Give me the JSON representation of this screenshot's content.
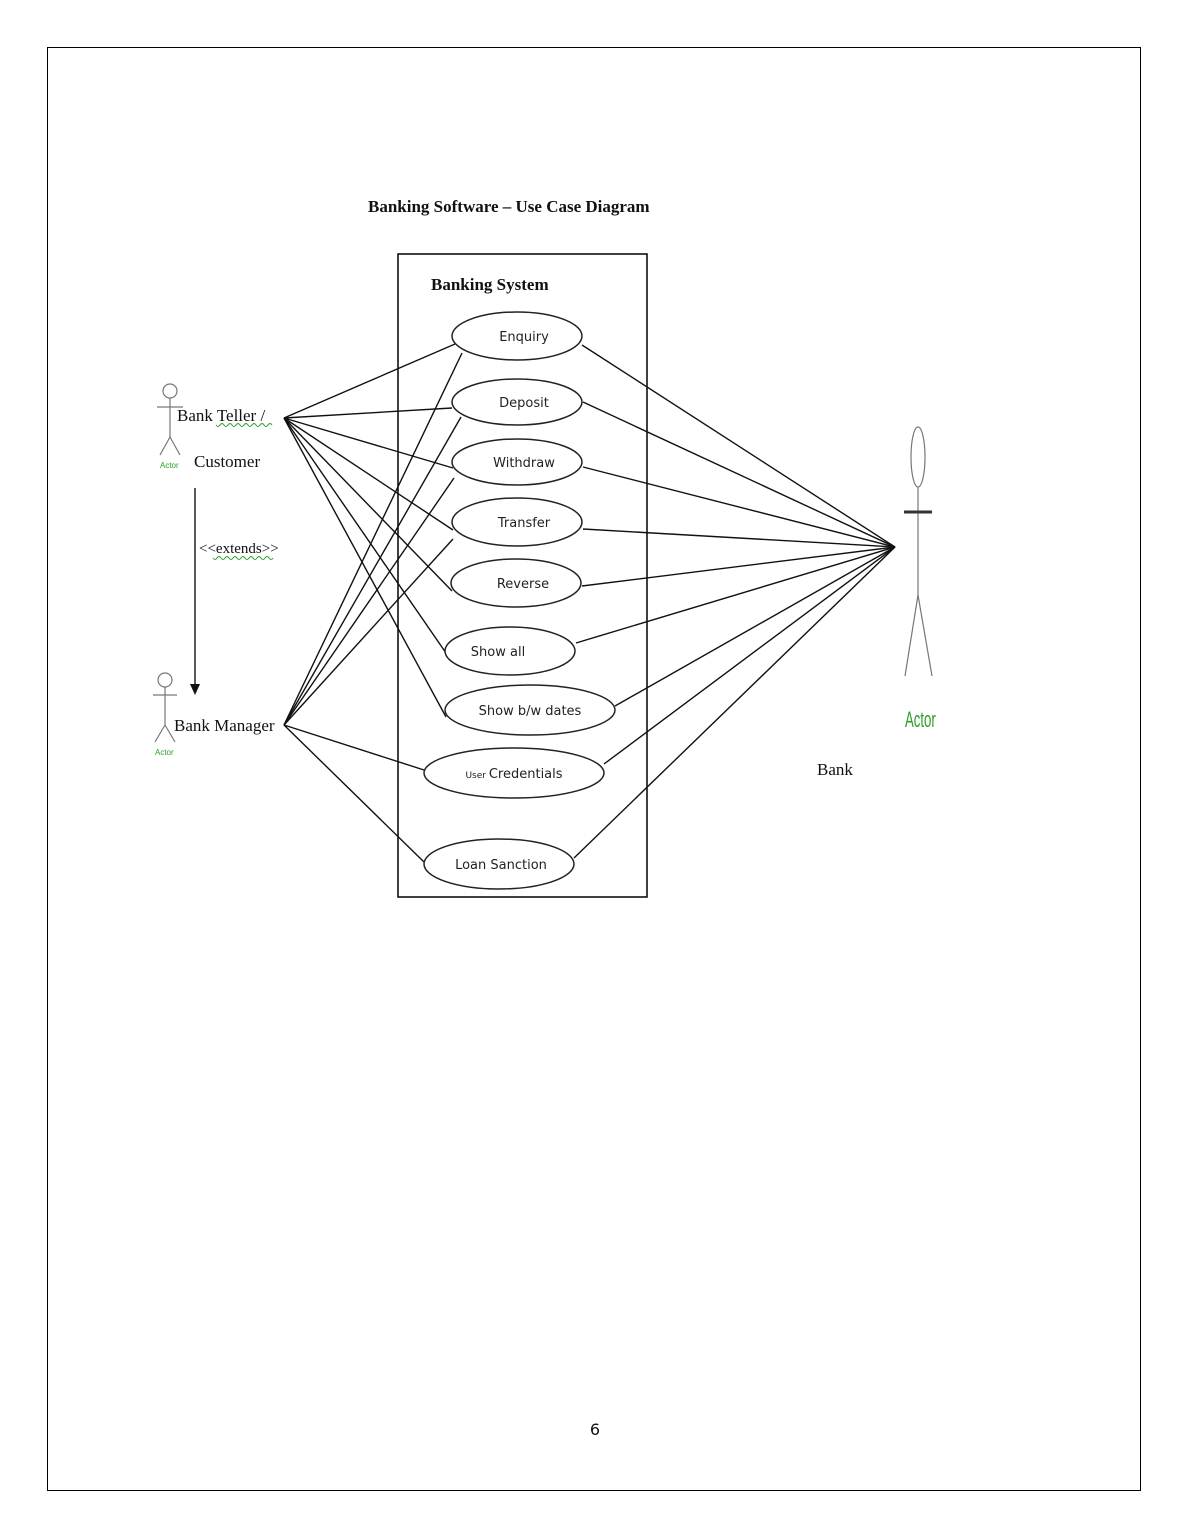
{
  "document": {
    "title": "Banking Software – Use Case Diagram",
    "page_number": "6"
  },
  "system": {
    "title": "Banking System"
  },
  "use_cases": [
    {
      "id": "enquiry",
      "label": "Enquiry"
    },
    {
      "id": "deposit",
      "label": "Deposit"
    },
    {
      "id": "withdraw",
      "label": "Withdraw"
    },
    {
      "id": "transfer",
      "label": "Transfer"
    },
    {
      "id": "reverse",
      "label": "Reverse"
    },
    {
      "id": "show_all",
      "label": "Show all"
    },
    {
      "id": "show_bw_dates",
      "label": "Show b/w dates"
    },
    {
      "id": "user_credentials",
      "label_prefix": "User",
      "label": "Credentials"
    },
    {
      "id": "loan_sanction",
      "label": "Loan Sanction"
    }
  ],
  "actors": {
    "teller": {
      "label_line1": "Bank Teller /",
      "label_line2": "Customer",
      "tag": "Actor"
    },
    "manager": {
      "label": "Bank Manager",
      "tag": "Actor"
    },
    "bank": {
      "label": "Bank",
      "tag": "Actor"
    }
  },
  "relationships": {
    "extends_label": "<<extends>>",
    "teller_to": [
      "enquiry",
      "deposit",
      "withdraw",
      "transfer",
      "reverse",
      "show_all",
      "show_bw_dates"
    ],
    "manager_to": [
      "enquiry",
      "deposit",
      "withdraw",
      "transfer",
      "user_credentials",
      "loan_sanction"
    ],
    "bank_to": [
      "enquiry",
      "deposit",
      "withdraw",
      "transfer",
      "reverse",
      "show_all",
      "show_bw_dates",
      "user_credentials",
      "loan_sanction"
    ]
  },
  "colors": {
    "actor_tag": "#2aa02a",
    "spellcheck_underline": "#2aa02a"
  }
}
